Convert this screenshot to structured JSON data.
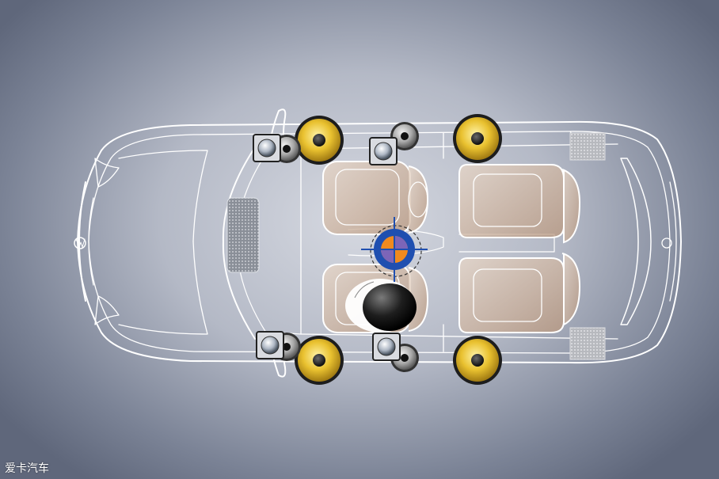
{
  "watermark": {
    "text": "爱卡汽车"
  },
  "colors": {
    "background_center": "#d6d9e1",
    "background_edge": "#5f677b",
    "outline": "#ffffff",
    "woofer_cone": "#e9c12f",
    "seat_tint": "#c9ab95",
    "target_blue": "#1f4fb0",
    "target_orange": "#f08a1e",
    "target_purple": "#7c65b8"
  },
  "speakers": {
    "woofers": [
      "front-left-door",
      "rear-left-door",
      "front-right-door",
      "rear-right-door"
    ],
    "midranges": [
      "front-left",
      "rear-left",
      "front-right",
      "rear-right"
    ],
    "tweeters": [
      "front-left",
      "rear-left",
      "front-right",
      "rear-right"
    ],
    "grilles": [
      "dashboard-center",
      "rear-left-pillar",
      "rear-right-pillar"
    ]
  },
  "listening_position": {
    "marker": "crosshair-target-icon"
  }
}
